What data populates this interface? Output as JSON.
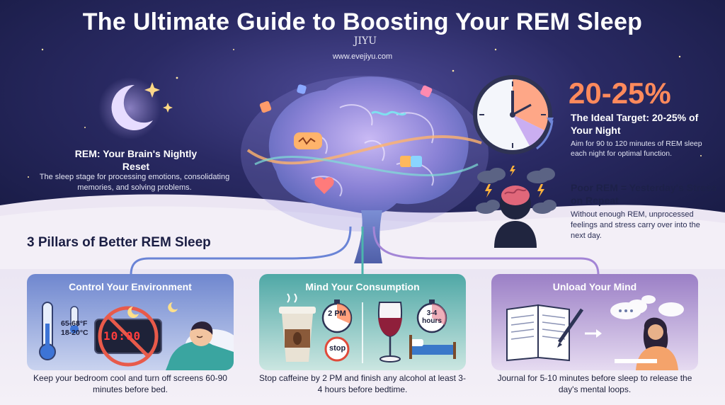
{
  "header": {
    "title": "The Ultimate Guide to Boosting Your REM Sleep",
    "logo": "JIYU",
    "site": "www.evejiyu.com"
  },
  "rem": {
    "title": "REM: Your Brain's Nightly Reset",
    "description": "The sleep stage for processing emotions, consolidating memories, and solving problems."
  },
  "target": {
    "percent": "20-25%",
    "title": "The Ideal Target: 20-25% of Your Night",
    "description": "Aim for 90 to 120 minutes of REM sleep each night for optimal function."
  },
  "poor": {
    "title": "Poor REM = Yesterday's Stress on Repeat",
    "description": "Without enough REM, unprocessed feelings and stress carry over into the next day."
  },
  "pillars": {
    "heading": "3 Pillars of Better REM Sleep",
    "items": [
      {
        "title": "Control Your Environment",
        "temp": "65-68°F\n18-20°C",
        "clock": "10:00",
        "description": "Keep your bedroom cool and turn off screens 60-90 minutes before bed."
      },
      {
        "title": "Mind Your Consumption",
        "timer1": "2 PM",
        "timer2": "3-4 hours",
        "stop": "stop",
        "description": "Stop caffeine by 2 PM and finish any alcohol at least 3-4 hours before bedtime."
      },
      {
        "title": "Unload Your Mind",
        "description": "Journal for 5-10 minutes before sleep to release the day's mental loops."
      }
    ]
  },
  "colors": {
    "accent": "#ff8a5c",
    "navy": "#1a1d47",
    "card1": "#6f87cf",
    "card2": "#4fa8a6",
    "card3": "#9b7fc6"
  },
  "icons": [
    "moon-icon",
    "brain-icon",
    "clock-icon",
    "storm-head-icon",
    "thermometer-icon",
    "no-screen-icon",
    "sleeping-person-icon",
    "coffee-cup-icon",
    "stop-sign-icon",
    "wine-glass-icon",
    "bed-icon",
    "journal-icon",
    "writing-person-icon"
  ]
}
